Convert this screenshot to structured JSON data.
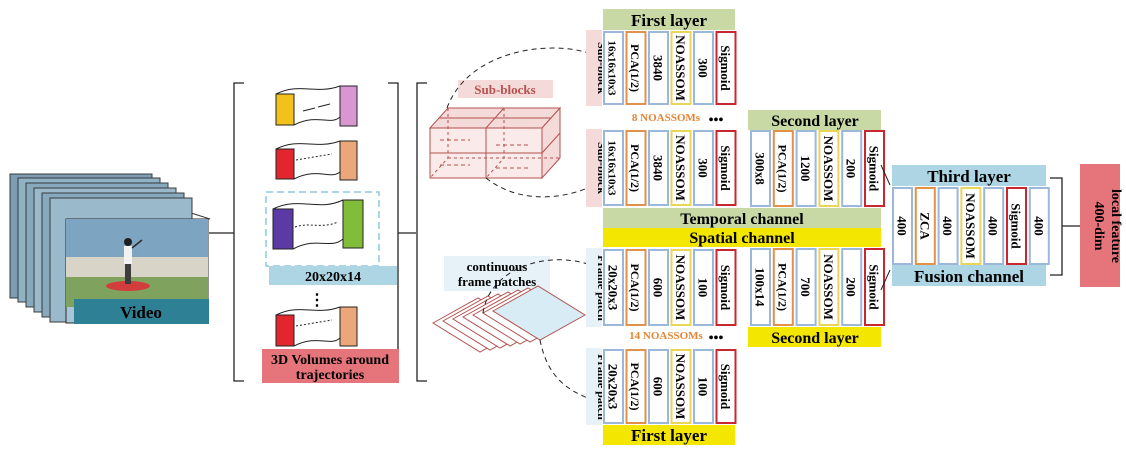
{
  "video": {
    "label": "Video"
  },
  "volumes": {
    "size_label": "20x20x14",
    "caption_line1": "3D Volumes around",
    "caption_line2": "trajectories",
    "ellipsis": "⋮"
  },
  "temporal": {
    "sub_blocks_label": "Sub-blocks",
    "first_layer_title": "First layer",
    "second_layer_title": "Second layer",
    "row_label": "Sub-block",
    "row_cells": [
      "16x16x10x3",
      "PCA(1/2)",
      "3840",
      "NOASSOM",
      "300",
      "Sigmoid"
    ],
    "between_label": "8 NOASSOMs",
    "second_cells": [
      "300x8",
      "PCA(1/2)",
      "1200",
      "NOASSOM",
      "200",
      "Sigmoid"
    ],
    "channel_label": "Temporal channel"
  },
  "spatial": {
    "patches_label_line1": "continuous",
    "patches_label_line2": "frame patches",
    "channel_label": "Spatial channel",
    "row_label": "Frame patch",
    "row_cells": [
      "20x20x3",
      "PCA(1/2)",
      "600",
      "NOASSOM",
      "100",
      "Sigmoid"
    ],
    "between_label": "14 NOASSOMs",
    "second_cells": [
      "100x14",
      "PCA(1/2)",
      "700",
      "NOASSOM",
      "200",
      "Sigmoid"
    ],
    "second_layer_title": "Second layer",
    "first_layer_title": "First layer"
  },
  "fusion": {
    "third_layer_title": "Third layer",
    "cells": [
      "400",
      "ZCA",
      "400",
      "NOASSOM",
      "400",
      "Sigmoid",
      "400"
    ],
    "channel_label": "Fusion channel"
  },
  "output": {
    "line1": "400-dim",
    "line2": "local feature"
  },
  "colors": {
    "green_band": "#c8d9a6",
    "yellow_band": "#f3e600",
    "blue_band": "#add5e3",
    "pink_label": "#f5dada",
    "red_caption": "#e5757a",
    "teal": "#2e8194",
    "cell_blue": "#9bb8da",
    "cell_orange": "#e0914b",
    "cell_yellow": "#e9d558",
    "cell_red": "#c8272f",
    "cube_red": "#b4524f",
    "sub_orange": "#e88431"
  }
}
